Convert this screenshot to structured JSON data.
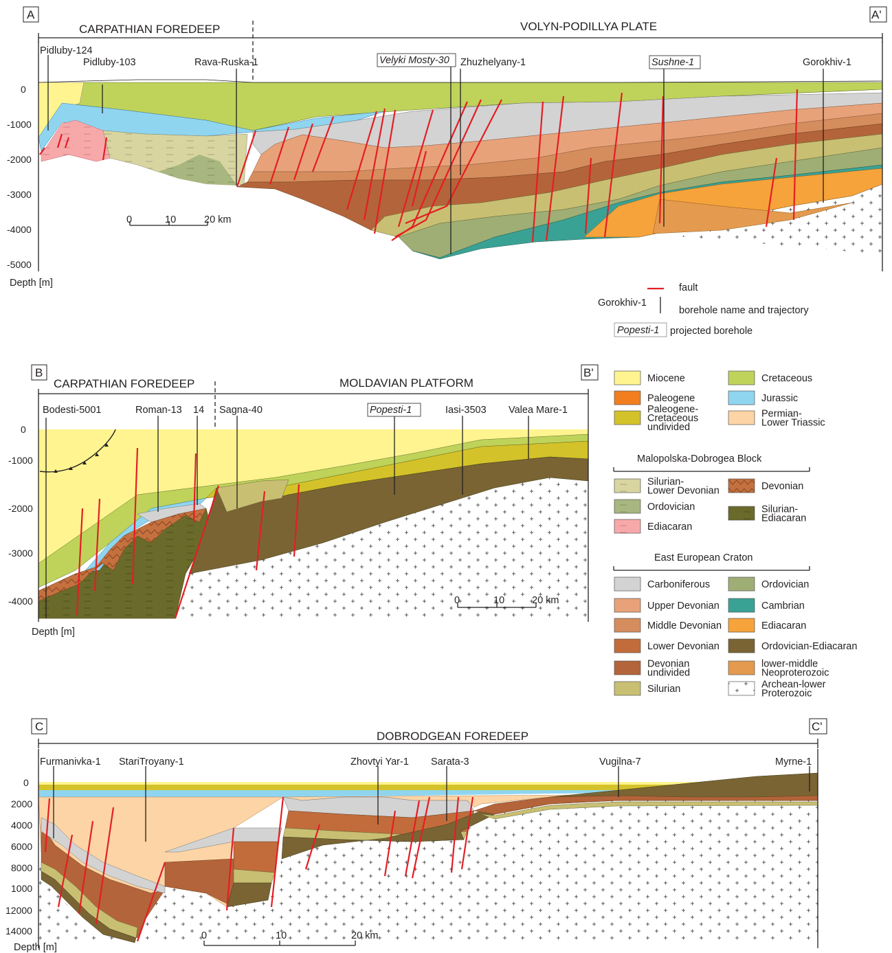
{
  "sections": {
    "a": {
      "start_label": "A",
      "end_label": "A'",
      "region_left": "CARPATHIAN FOREDEEP",
      "region_right": "VOLYN-PODILLYA PLATE",
      "boreholes": [
        "Pidluby-124",
        "Pidluby-103",
        "Rava-Ruska-1",
        "Velyki Mosty-30",
        "Zhuzhelyany-1",
        "Sushne-1",
        "Gorokhiv-1"
      ],
      "depth_ticks": [
        "0",
        "-1000",
        "-2000",
        "-3000",
        "-4000",
        "-5000"
      ],
      "depth_label": "Depth [m]",
      "scale": [
        "0",
        "10",
        "20 km"
      ]
    },
    "b": {
      "start_label": "B",
      "end_label": "B'",
      "region_left": "CARPATHIAN FOREDEEP",
      "region_right": "MOLDAVIAN PLATFORM",
      "boreholes": [
        "Bodesti-5001",
        "Roman-13",
        "14",
        "Sagna-40",
        "Popesti-1",
        "Iasi-3503",
        "Valea Mare-1"
      ],
      "depth_ticks": [
        "0",
        "-1000",
        "-2000",
        "-3000",
        "-4000"
      ],
      "depth_label": "Depth [m]",
      "scale": [
        "0",
        "10",
        "20 km"
      ]
    },
    "c": {
      "start_label": "C",
      "end_label": "C'",
      "region_center": "DOBRODGEAN FOREDEEP",
      "boreholes": [
        "Furmanivka-1",
        "StariTroyany-1",
        "Zhovtyi Yar-1",
        "Sarata-3",
        "Vugilna-7",
        "Myrne-1"
      ],
      "depth_ticks": [
        "0",
        "2000",
        "4000",
        "6000",
        "8000",
        "1000",
        "12000",
        "14000"
      ],
      "depth_label": "Depth [m]",
      "scale": [
        "0",
        "10",
        "20 km"
      ]
    }
  },
  "symbols": {
    "fault": "fault",
    "borehole_example": "Gorokhiv-1",
    "borehole_desc": "borehole name and trajectory",
    "projected_example": "Popesti-1",
    "projected_desc": "projected borehole"
  },
  "legend": {
    "top": [
      {
        "label": "Miocene",
        "color": "#fff48f"
      },
      {
        "label": "Cretaceous",
        "color": "#bfd35a"
      },
      {
        "label": "Paleogene",
        "color": "#f27f1f"
      },
      {
        "label": "Jurassic",
        "color": "#8fd5f0"
      },
      {
        "label": "Paleogene-\nCretaceous\nundivided",
        "color": "#d4c22a"
      },
      {
        "label": "Permian-\nLower Triassic",
        "color": "#fcd4a5"
      }
    ],
    "block_title": "Malopolska-Dobrogea Block",
    "block": [
      {
        "label": "Silurian-\nLower Devonian",
        "color": "#d8d5a0"
      },
      {
        "label": "Devonian",
        "color": "#c4713f"
      },
      {
        "label": "Ordovician",
        "color": "#a8b680"
      },
      {
        "label": "Silurian-\nEdiacaran",
        "color": "#6a6a2a"
      },
      {
        "label": "Ediacaran",
        "color": "#f7a9aa"
      }
    ],
    "craton_title": "East European Craton",
    "craton": [
      {
        "label": "Carboniferous",
        "color": "#d3d3d3"
      },
      {
        "label": "Ordovician",
        "color": "#9fae75"
      },
      {
        "label": "Upper Devonian",
        "color": "#e8a27a"
      },
      {
        "label": "Cambrian",
        "color": "#3aa294"
      },
      {
        "label": "Middle Devonian",
        "color": "#d58d5e"
      },
      {
        "label": "Ediacaran",
        "color": "#f6a33b"
      },
      {
        "label": "Lower Devonian",
        "color": "#c26c3c"
      },
      {
        "label": "Ordovician-Ediacaran",
        "color": "#7a6434"
      },
      {
        "label": "Devonian\nundivided",
        "color": "#b4643a"
      },
      {
        "label": "lower-middle\nNeoproterozoic",
        "color": "#e49a4f"
      },
      {
        "label": "Silurian",
        "color": "#c8bf73"
      },
      {
        "label": "Archean-lower\nProterozoic",
        "color": "#ffffff"
      }
    ]
  }
}
